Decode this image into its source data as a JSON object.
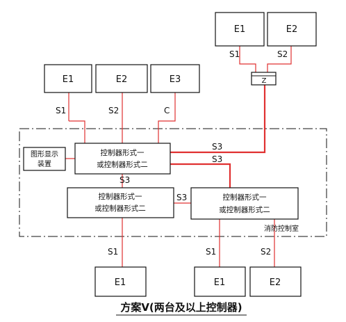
{
  "colors": {
    "wire": "#e03030",
    "line": "#111111",
    "background": "#ffffff"
  },
  "devices": {
    "top_right": [
      "E1",
      "E2"
    ],
    "top_left": [
      "E1",
      "E2",
      "E3"
    ],
    "bottom": [
      "E1",
      "E1",
      "E2"
    ]
  },
  "relay_label": "Z",
  "controllers": {
    "main": [
      "控制器形式一",
      "或控制器形式二"
    ],
    "left": [
      "控制器形式一",
      "或控制器形式二"
    ],
    "right": [
      "控制器形式一",
      "或控制器形式二"
    ]
  },
  "display_device": [
    "图形显示",
    "装置"
  ],
  "room_label": "消防控制室",
  "wire_labels": {
    "top_right": [
      "S1",
      "S2"
    ],
    "top_left": [
      "S1",
      "S2",
      "C"
    ],
    "bus_to_relay": "S3",
    "bus_main_right": "S3",
    "bus_main_left": "S3",
    "bus_left_right": "S3",
    "bottom": [
      "S1",
      "S1",
      "S2"
    ]
  },
  "caption": "方案Ⅴ(两台及以上控制器)"
}
